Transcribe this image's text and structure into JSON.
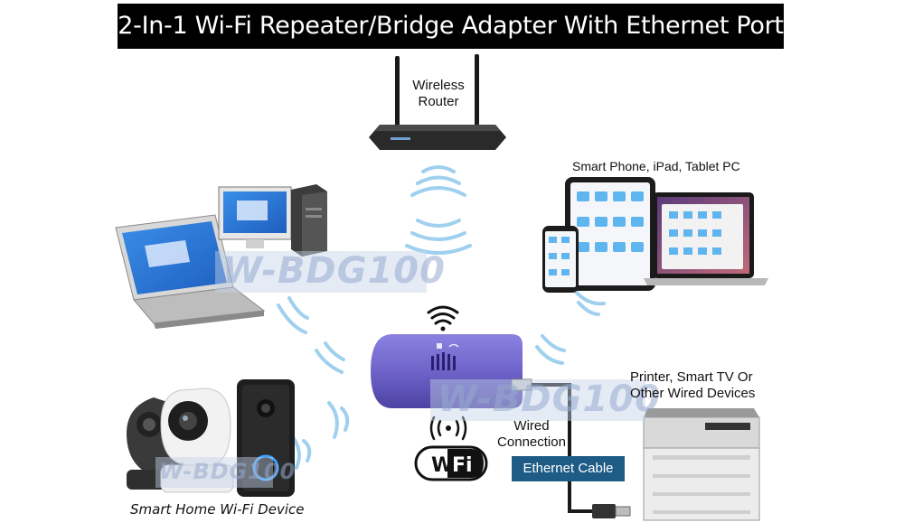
{
  "title": "2-In-1 Wi-Fi Repeater/Bridge Adapter With Ethernet Port",
  "labels": {
    "router_line1": "Wireless",
    "router_line2": "Router",
    "mobile_devices": "Smart Phone, iPad, Tablet PC",
    "wired_devices_line1": "Printer, Smart TV Or",
    "wired_devices_line2": "Other Wired Devices",
    "wired_line1": "Wired",
    "wired_line2": "Connection",
    "ethernet_cable": "Ethernet Cable",
    "smart_home": "Smart Home Wi-Fi Device"
  },
  "watermark": "W-BDG100",
  "wifi_logo": {
    "left": "Wi",
    "right": "Fi"
  },
  "colors": {
    "title_bg": "#000000",
    "title_text": "#ffffff",
    "adapter": "#6f63c9",
    "signal_waves": "#9fd0ee",
    "ethernet_label_bg": "#1e5c86",
    "cable": "#1a1a1a"
  },
  "icons": [
    "router-icon",
    "laptop-icon",
    "desktop-pc-icon",
    "tablet-icon",
    "smartphone-icon",
    "macbook-icon",
    "ip-camera-icon",
    "doorbell-icon",
    "printer-icon",
    "adapter-icon",
    "wifi-icon",
    "wifi-logo-icon",
    "usb-plug-icon"
  ]
}
